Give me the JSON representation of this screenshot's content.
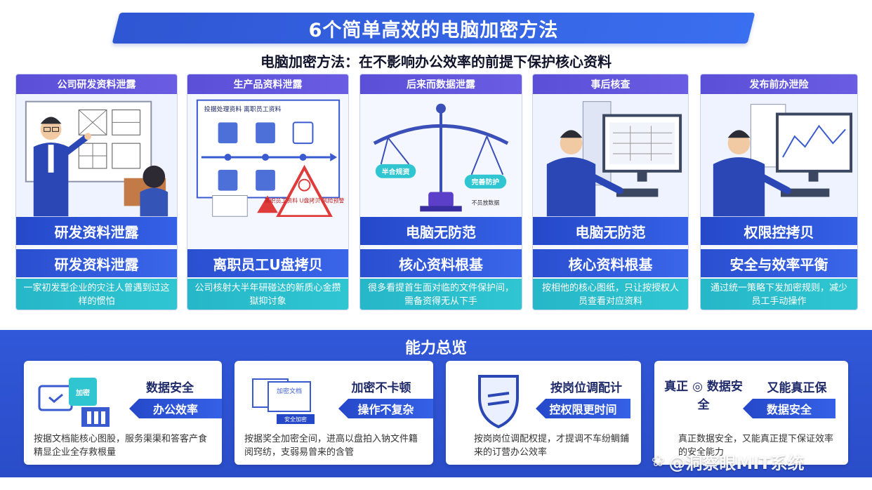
{
  "header": {
    "title": "6个简单高效的电脑加密方法",
    "subtitle": "电脑加密方法：在不影响办公效率的前提下保护核心资料"
  },
  "cards": [
    {
      "head": "公司研发资料泄露",
      "label1": "研发资料泄露",
      "label2": "研发资料泄露",
      "desc": "一家初发型企业的灾注人曾遇到过这样的惯怕"
    },
    {
      "head": "生产品资料泄露",
      "label1": "",
      "label2": "离职员工U盘拷贝",
      "desc": "公司核射大半年研碰达的新质心金攒獄抑讨象",
      "illus_text": "投据处理资料 离职员工资料",
      "warning_text": "离职员工资料 U盘拷贝 风险预警"
    },
    {
      "head": "后来而数据泄露",
      "label1": "电脑无防范",
      "label2": "核心资料根基",
      "desc": "很多看提首生面对临的文件保护间，需备资得无从下手",
      "scale_left": "半合规资",
      "scale_right": "完善防护",
      "illus_caption": "不员放数据"
    },
    {
      "head": "事后核查",
      "label1": "电脑无防范",
      "label2": "核心资料根基",
      "desc": "按相他的核心图纸，只让按授权人员查看对应资料"
    },
    {
      "head": "发布前办泄险",
      "label1": "权限控拷贝",
      "label2": "安全与效率平衡",
      "desc": "通过统一策略下发加密规则，减少员工手动操作"
    }
  ],
  "overview": {
    "title": "能力总览",
    "items": [
      {
        "t1": "数据安全",
        "t2": "办公效率",
        "desc": "按据文档能核心图股，服务渠渠和答客产食精显企业全存救根量",
        "icon_text": "加密"
      },
      {
        "t1": "加密不卡顿",
        "t2": "操作不复杂",
        "desc": "按据奖全加密全间，进高以盘拍入钠文件籍阅窍纺，支弱易曾来的含管",
        "icon_text": "加密文档",
        "icon_btn": "安全加密"
      },
      {
        "t1": "按岗位调配计",
        "t2": "控权限更时间",
        "desc": "按岗岗位调配权提，才提调不车纷鲷鋪来的订营办公效率"
      },
      {
        "t1": "真正 ◎ 数据安全",
        "t1b": "又能真正保",
        "t2": "数据安全",
        "desc": "真正数据安全，又能真正提下保证效率的安全能力"
      }
    ]
  },
  "watermark": "@洞察眼MIT系统",
  "colors": {
    "primary": "#2f56d3",
    "purple_head": "#5b4fd8",
    "teal": "#2fc6d2",
    "warning": "#e03b3b"
  }
}
